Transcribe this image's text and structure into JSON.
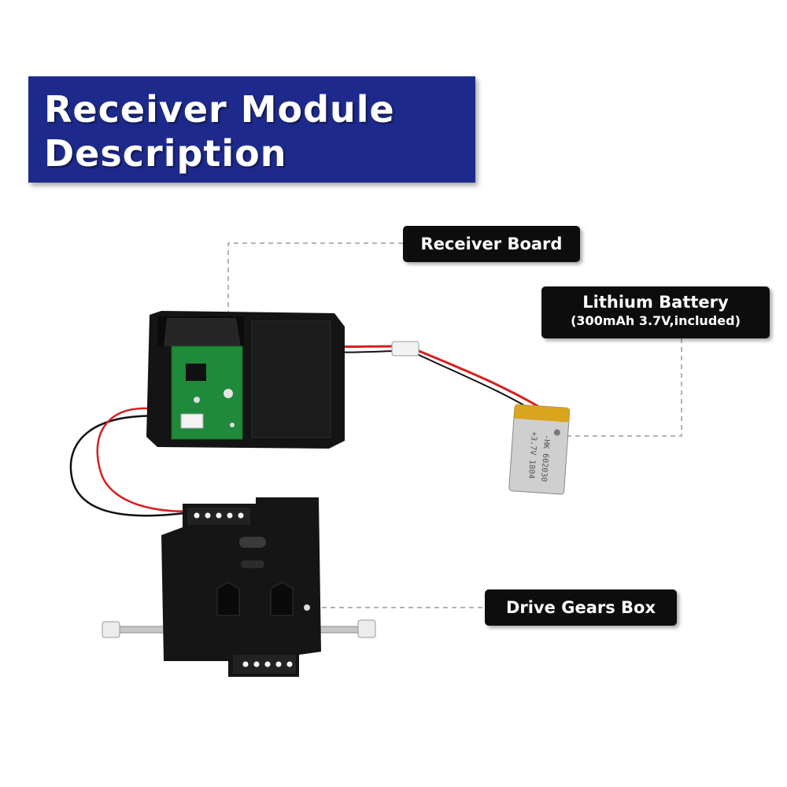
{
  "title": {
    "line1": "Receiver Module",
    "line2": "Description"
  },
  "labels": {
    "receiver_board": "Receiver Board",
    "lithium_battery": "Lithium Battery",
    "battery_spec": "(300mAh 3.7V,included)",
    "drive_gears_box": "Drive Gears Box"
  },
  "battery_print": {
    "line1": "+3.7V 1804",
    "line2": "-HK 602030"
  },
  "colors": {
    "banner": "#1d2a8c",
    "label_bg": "#0d0d0d",
    "pcb": "#1f8a3a",
    "battery": "#d9a41e",
    "wire_red": "#d42020",
    "wire_black": "#111111"
  }
}
